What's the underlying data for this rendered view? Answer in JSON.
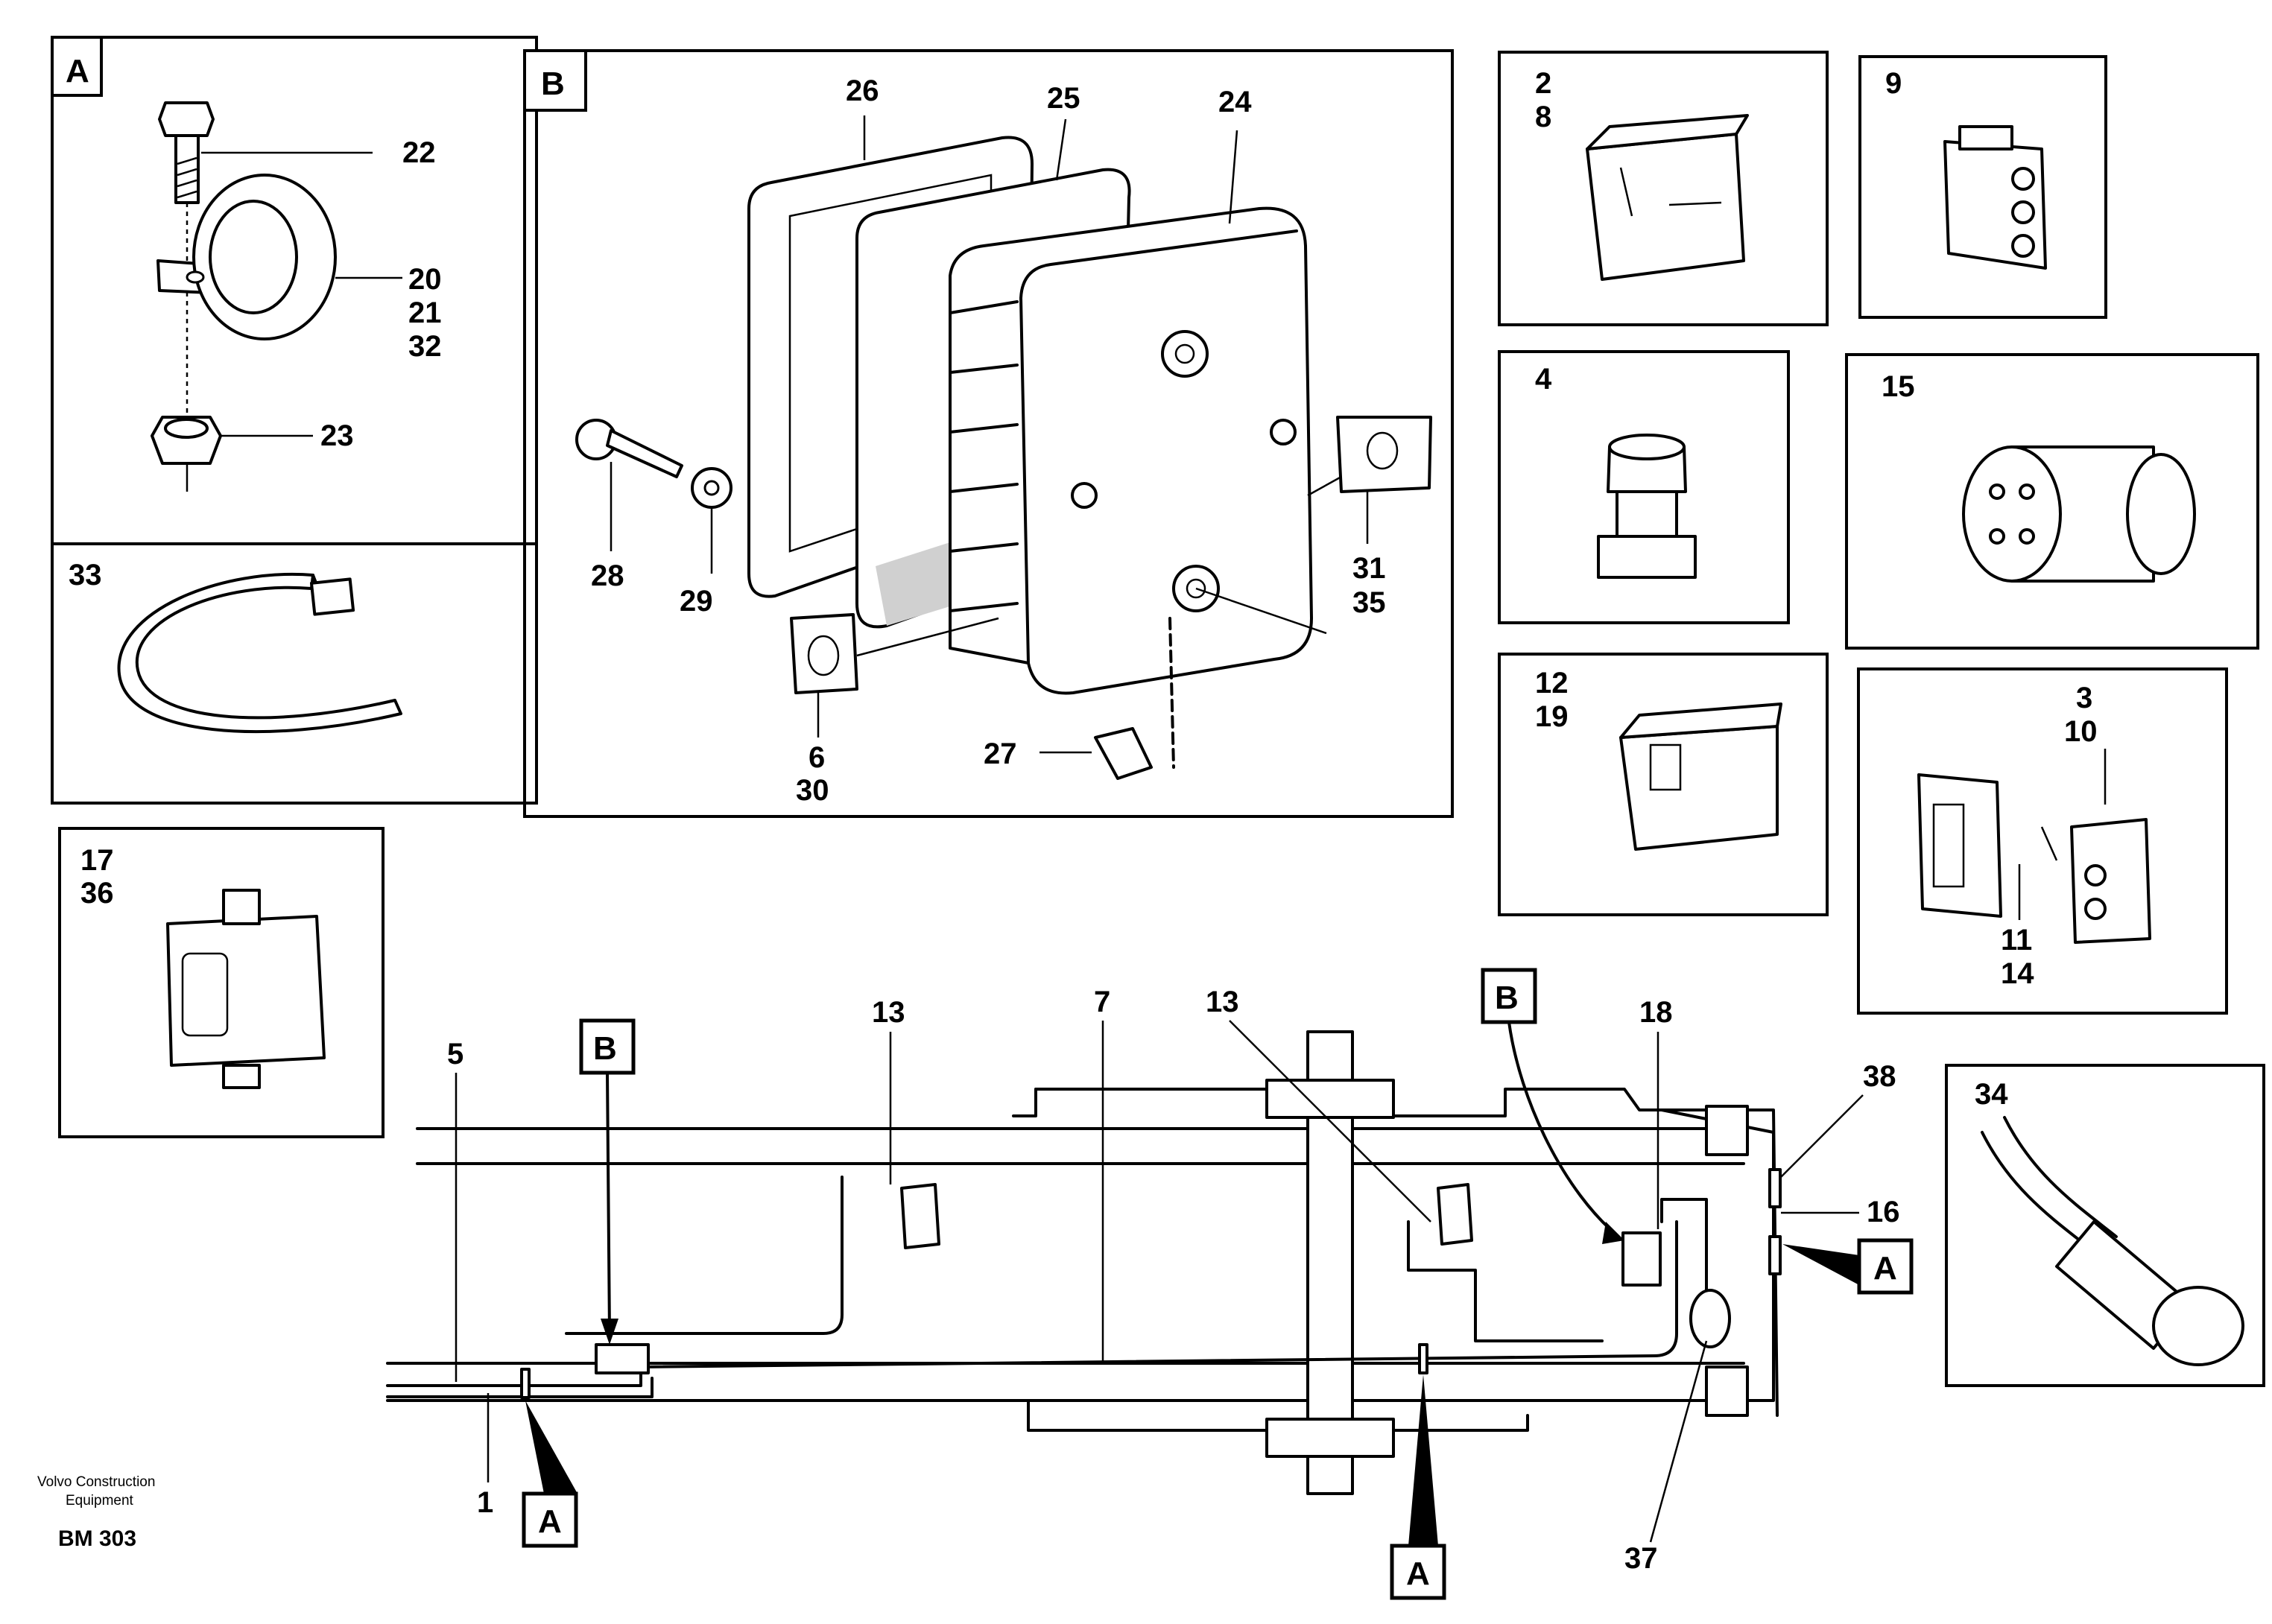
{
  "inset_letters": {
    "A": "A",
    "B": "B"
  },
  "callouts": {
    "p1": "1",
    "p2_8": [
      "2",
      "8"
    ],
    "p3_10": [
      "3",
      "10"
    ],
    "p4": "4",
    "p5": "5",
    "p6_30": [
      "6",
      "30"
    ],
    "p7": "7",
    "p9": "9",
    "p11_14": [
      "11",
      "14"
    ],
    "p12_19": [
      "12",
      "19"
    ],
    "p13": "13",
    "p15": "15",
    "p16": "16",
    "p17_36": [
      "17",
      "36"
    ],
    "p18": "18",
    "p20_21_32": [
      "20",
      "21",
      "32"
    ],
    "p22": "22",
    "p23": "23",
    "p24": "24",
    "p25": "25",
    "p26": "26",
    "p27": "27",
    "p28": "28",
    "p29": "29",
    "p31_35": [
      "31",
      "35"
    ],
    "p33": "33",
    "p34": "34",
    "p37": "37",
    "p38": "38"
  },
  "footer": {
    "company_line1": "Volvo Construction",
    "company_line2": "Equipment",
    "drawing_id": "BM 303"
  }
}
